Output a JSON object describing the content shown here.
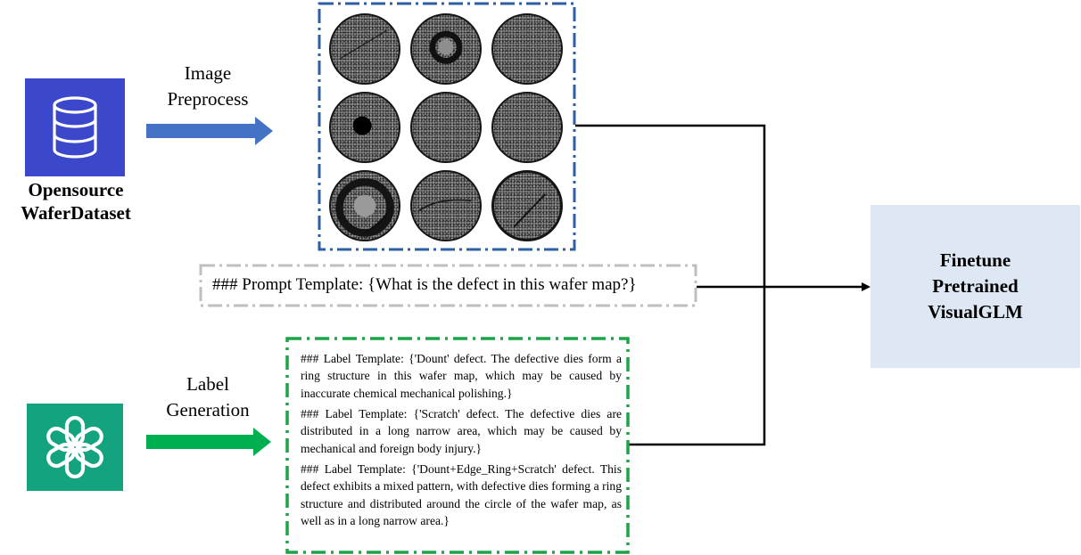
{
  "dataset": {
    "label_line1": "Opensource",
    "label_line2": "WaferDataset",
    "icon": "database-icon",
    "color": "#3b48cc"
  },
  "preprocess": {
    "label_line1": "Image",
    "label_line2": "Preprocess",
    "arrow_color": "#4472c4"
  },
  "wafer_grid": {
    "border_color": "#2e5fa3",
    "count": 9
  },
  "prompt": {
    "text": "### Prompt Template: {What is the defect in this wafer map?}",
    "border_color": "#bfbfbf"
  },
  "generation": {
    "label_line1": "Label",
    "label_line2": "Generation",
    "icon": "openai-icon",
    "color": "#13a37f",
    "arrow_color": "#00b050"
  },
  "label_templates": {
    "border_color": "#1fa34a",
    "items": [
      "### Label Template: {'Dount' defect. The defective dies form a ring structure in this wafer map, which may be caused by inaccurate chemical mechanical polishing.}",
      "### Label Template: {'Scratch' defect. The defective dies are distributed in a long narrow area, which may be caused by mechanical and foreign body injury.}",
      "### Label Template: {'Dount+Edge_Ring+Scratch' defect. This defect exhibits a mixed pattern, with defective dies forming a ring structure and distributed around the circle of the wafer map, as well as in a long narrow area.}"
    ]
  },
  "finetune": {
    "line1": "Finetune",
    "line2": "Pretrained",
    "line3": "VisualGLM",
    "background": "#dde8f4"
  }
}
